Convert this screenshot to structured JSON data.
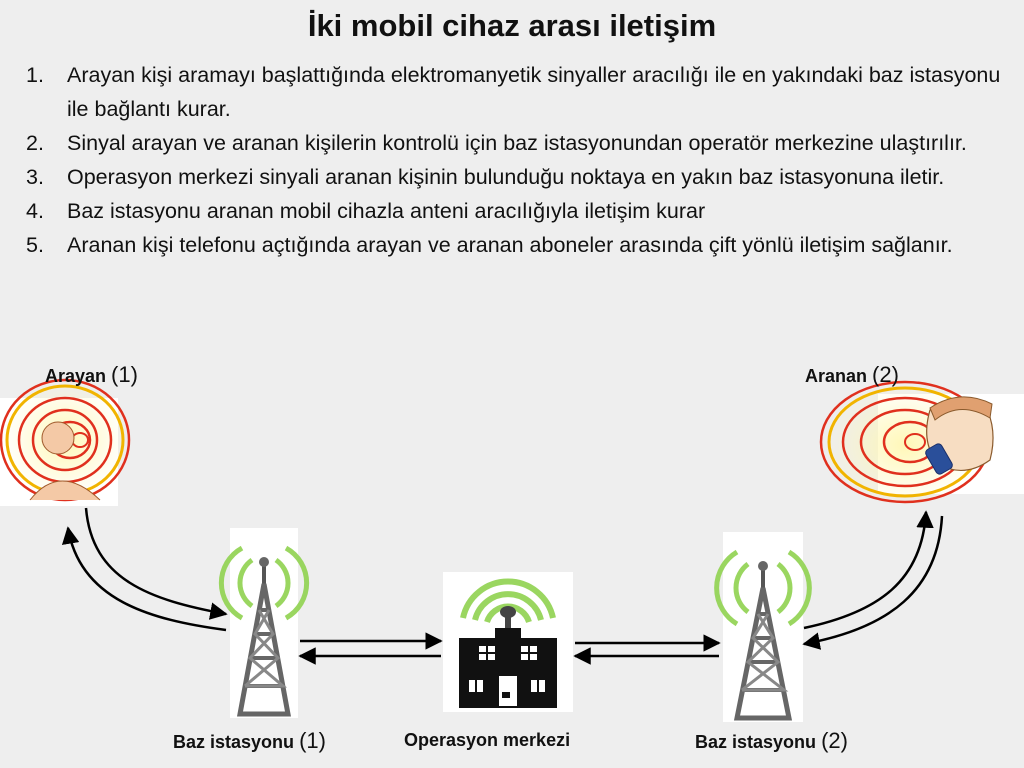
{
  "title": "İki mobil cihaz arası iletişim",
  "steps": [
    {
      "num": "1.",
      "text": "Arayan kişi aramayı başlattığında elektromanyetik sinyaller aracılığı ile  en yakındaki baz istasyonu ile bağlantı kurar."
    },
    {
      "num": "2.",
      "text": "Sinyal arayan ve aranan kişilerin kontrolü için baz istasyonundan operatör merkezine ulaştırılır."
    },
    {
      "num": "3.",
      "text": "Operasyon merkezi sinyali aranan kişinin bulunduğu noktaya en yakın baz istasyonuna iletir."
    },
    {
      "num": "4.",
      "text": "Baz istasyonu aranan mobil cihazla anteni aracılığıyla iletişim kurar"
    },
    {
      "num": "5.",
      "text": "Aranan kişi telefonu açtığında arayan ve aranan aboneler arasında çift yönlü iletişim sağlanır."
    }
  ],
  "labels": {
    "caller": {
      "name": "Arayan",
      "num": "(1)"
    },
    "callee": {
      "name": "Aranan",
      "num": "(2)"
    },
    "base1": {
      "name": "Baz istasyonu",
      "num": "(1)"
    },
    "center": {
      "name": "Operasyon merkezi"
    },
    "base2": {
      "name": "Baz istasyonu",
      "num": "(2)"
    }
  },
  "colors": {
    "background": "#eeeeee",
    "signal_ring": "#e0301e",
    "signal_glow": "#f5c200",
    "radio_wave": "#8fd14f",
    "tower": "#666666",
    "building": "#111111",
    "arrow": "#000000"
  },
  "icons": {
    "caller": "person-on-phone-icon",
    "callee": "person-on-phone-icon",
    "base1": "cell-tower-icon",
    "base2": "cell-tower-icon",
    "center": "operations-building-icon"
  }
}
